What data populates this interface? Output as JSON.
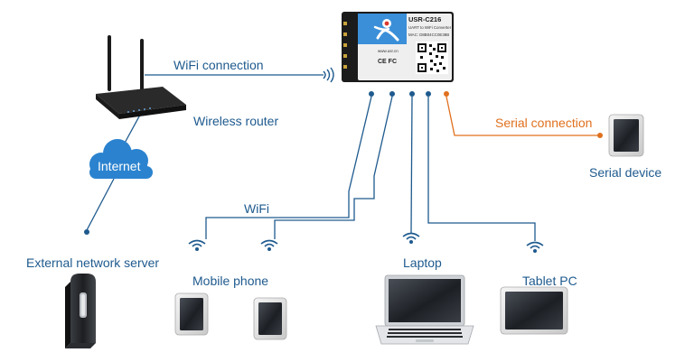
{
  "module": {
    "model": "USR-C216",
    "subtitle": "UART to WiFi Converter",
    "mac": "MAC: D8B04CC0E38B",
    "website": "www.usr.cn",
    "cert": "CE FC"
  },
  "labels": {
    "wifi_connection": "WiFi connection",
    "wireless_router": "Wireless router",
    "internet": "Internet",
    "serial_connection": "Serial connection",
    "serial_device": "Serial device",
    "wifi": "WiFi",
    "external_server": "External network server",
    "mobile_phone": "Mobile phone",
    "laptop": "Laptop",
    "tablet_pc": "Tablet PC"
  },
  "colors": {
    "link_blue": "#1e5a8e",
    "serial_orange": "#e0701e",
    "cloud_blue": "#2b83cf",
    "module_blue": "#3b8fd8"
  }
}
